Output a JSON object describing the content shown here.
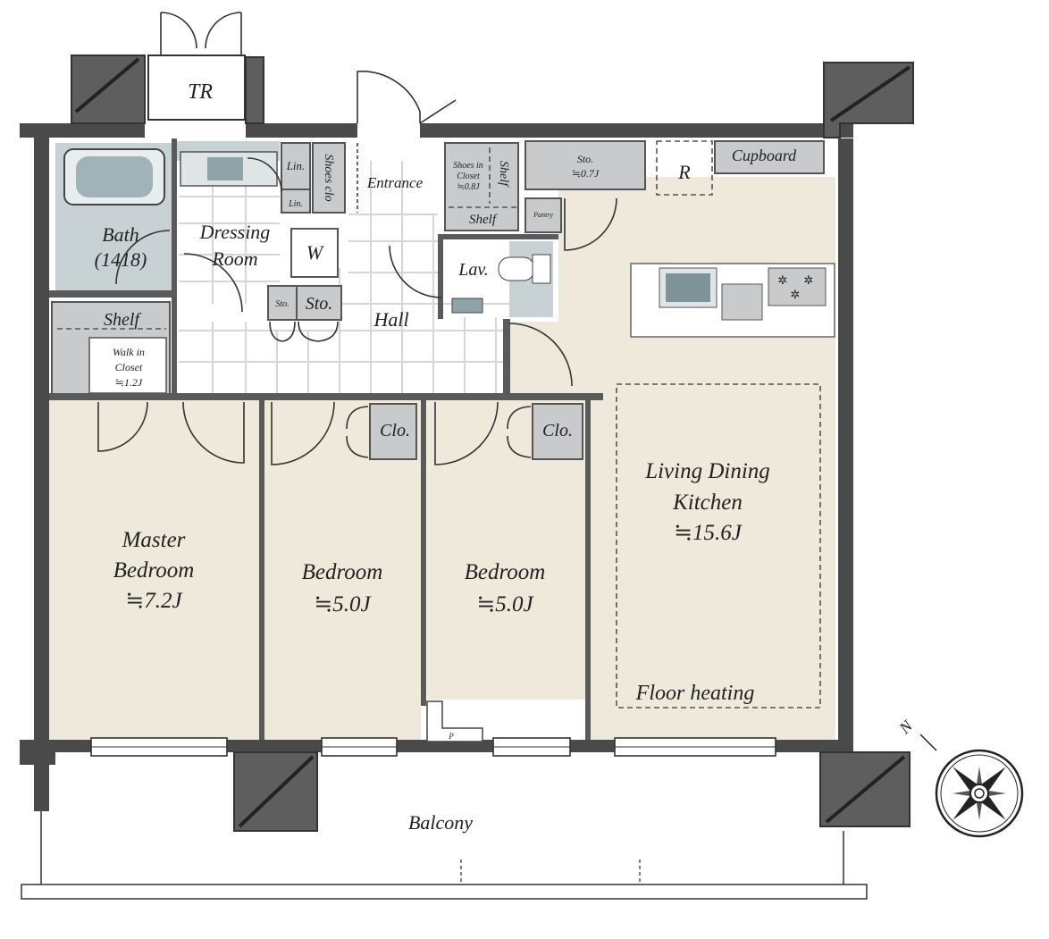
{
  "plan": {
    "rooms": {
      "trunk_room": "TR",
      "bath": "Bath",
      "bath_size": "(1418)",
      "dressing_room_1": "Dressing",
      "dressing_room_2": "Room",
      "washer": "W",
      "linen_top": "Lin.",
      "linen_bottom": "Lin.",
      "shoes_closet": "Shoes clo",
      "entrance": "Entrance",
      "shoes_in_closet_1": "Shoes in",
      "shoes_in_closet_2": "Closet",
      "shoes_in_closet_3": "≒0.8J",
      "shelf_vertical": "Shelf",
      "shelf_entrance": "Shelf",
      "storage_top_1": "Sto.",
      "storage_top_2": "≒0.7J",
      "pantry": "Pantry",
      "refrigerator": "R",
      "cupboard": "Cupboard",
      "lavatory": "Lav.",
      "shelf_wic": "Shelf",
      "wic_1": "Walk in",
      "wic_2": "Closet",
      "wic_3": "≒1.2J",
      "storage_small": "Sto.",
      "storage": "Sto.",
      "hall": "Hall",
      "closet_1": "Clo.",
      "closet_2": "Clo.",
      "master_bedroom_1": "Master",
      "master_bedroom_2": "Bedroom",
      "master_bedroom_size": "≒7.2J",
      "bedroom_1": "Bedroom",
      "bedroom_1_size": "≒5.0J",
      "bedroom_2": "Bedroom",
      "bedroom_2_size": "≒5.0J",
      "ldk_1": "Living Dining",
      "ldk_2": "Kitchen",
      "ldk_size": "≒15.6J",
      "floor_heating": "Floor heating",
      "pipe_space": "P",
      "balcony": "Balcony"
    },
    "compass": {
      "north_label": "N"
    },
    "colors": {
      "wall": "#4a4a4a",
      "living_floor": "#efe9dc",
      "wet_area": "#c8d2d4",
      "storage": "#c9cacc",
      "hall_tile": "#ffffff"
    }
  }
}
